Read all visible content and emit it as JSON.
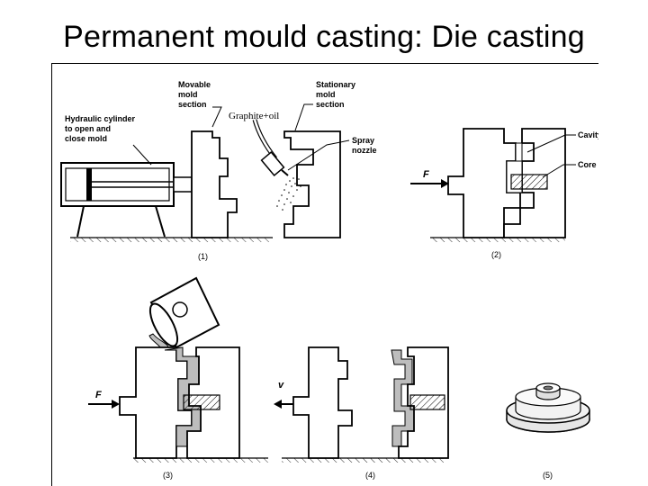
{
  "slide": {
    "title": "Permanent mould casting: Die casting"
  },
  "diagram": {
    "panel1": {
      "hydraulic_label": [
        "Hydraulic cylinder",
        "to open and",
        "close mold"
      ],
      "movable_label": [
        "Movable",
        "mold",
        "section"
      ],
      "stationary_label": [
        "Stationary",
        "mold",
        "section"
      ],
      "spray_label": [
        "Spray",
        "nozzle"
      ],
      "graphite_label": "Graphite+oil",
      "caption": "(1)"
    },
    "panel2": {
      "force_label": "F",
      "cavity_label": "Cavity",
      "core_label": "Core",
      "caption": "(2)"
    },
    "panel3": {
      "force_label": "F",
      "caption": "(3)"
    },
    "panel4": {
      "velocity_label": "v",
      "caption": "(4)"
    },
    "panel5": {
      "caption": "(5)"
    }
  }
}
